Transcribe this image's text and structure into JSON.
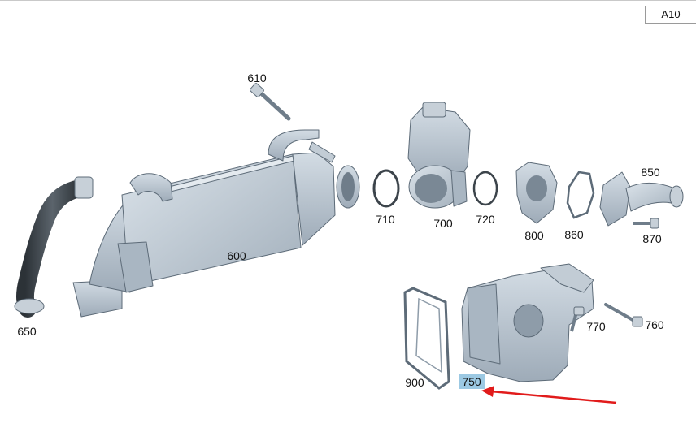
{
  "sheet_id": "A10",
  "callouts": {
    "p600": "600",
    "p610": "610",
    "p650": "650",
    "p700": "700",
    "p710": "710",
    "p720": "720",
    "p750": "750",
    "p760": "760",
    "p770": "770",
    "p800": "800",
    "p850": "850",
    "p860": "860",
    "p870": "870",
    "p900": "900"
  },
  "highlighted_part": "750",
  "colors": {
    "part_fill": "#b9c5d0",
    "part_dark": "#8e9ca9",
    "hose": "#3f464d",
    "highlight": "#9cc9e3",
    "arrow": "#e11b1b"
  }
}
